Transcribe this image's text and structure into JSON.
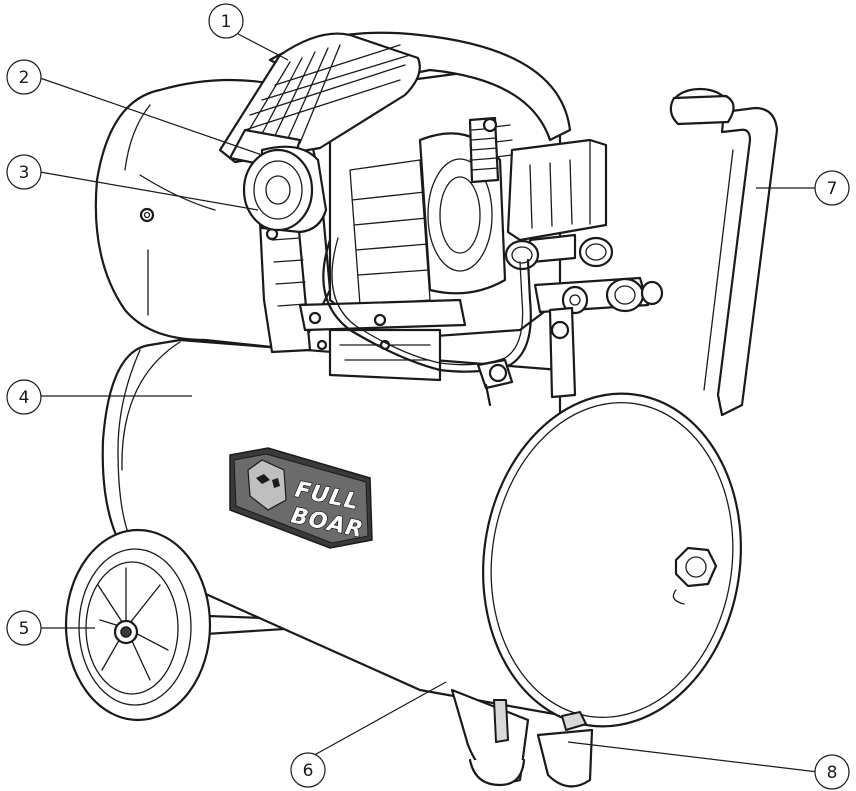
{
  "brand": {
    "line1": "FULL",
    "line2": "BOAR"
  },
  "callouts": [
    {
      "number": "1"
    },
    {
      "number": "2"
    },
    {
      "number": "3"
    },
    {
      "number": "4"
    },
    {
      "number": "5"
    },
    {
      "number": "6"
    },
    {
      "number": "7"
    },
    {
      "number": "8"
    }
  ],
  "colors": {
    "line": "#1a1a1a",
    "fill": "#ffffff",
    "logo_dark": "#3a3a3a"
  }
}
